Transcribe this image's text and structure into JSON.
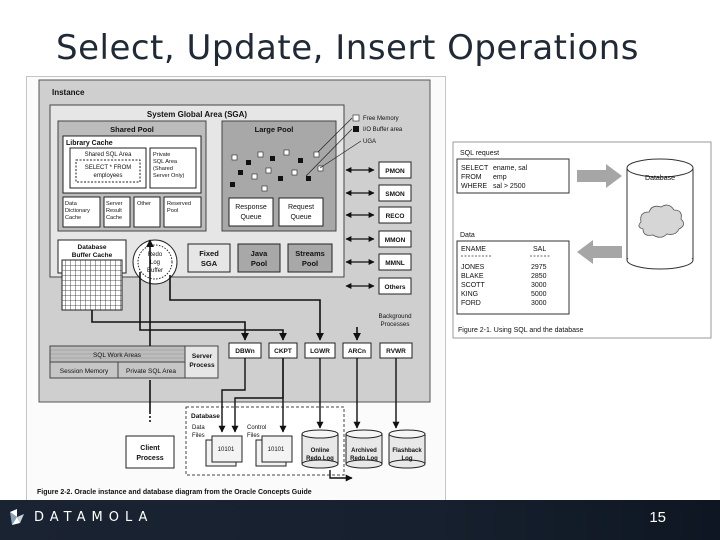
{
  "slide": {
    "title": "Select, Update, Insert Operations",
    "page_number": "15",
    "brand": "DATAMOLA"
  },
  "instance_diagram": {
    "instance_label": "Instance",
    "sga_title": "System Global Area (SGA)",
    "shared_pool": "Shared Pool",
    "library_cache": "Library Cache",
    "shared_sql_area": "Shared SQL Area",
    "select_line1": "SELECT * FROM",
    "select_line2": "employees",
    "private_sql_line1": "Private",
    "private_sql_line2": "SQL Area",
    "private_sql_line3": "(Shared",
    "private_sql_line4": "Server Only)",
    "data_dict_line1": "Data",
    "data_dict_line2": "Dictionary",
    "data_dict_line3": "Cache",
    "server_result_line1": "Server",
    "server_result_line2": "Result",
    "server_result_line3": "Cache",
    "other_label": "Other",
    "reserved_line1": "Reserved",
    "reserved_line2": "Pool",
    "large_pool": "Large Pool",
    "response_line1": "Response",
    "response_line2": "Queue",
    "request_line1": "Request",
    "request_line2": "Queue",
    "free_memory": "Free Memory",
    "io_buffer": "I/O Buffer area",
    "uga": "UGA",
    "db_buffer_line1": "Database",
    "db_buffer_line2": "Buffer Cache",
    "redo_line1": "Redo",
    "redo_line2": "Log",
    "redo_line3": "Buffer",
    "fixed_line1": "Fixed",
    "fixed_line2": "SGA",
    "java_line1": "Java",
    "java_line2": "Pool",
    "streams_line1": "Streams",
    "streams_line2": "Pool",
    "bg_processes": [
      "PMON",
      "SMON",
      "RECO",
      "MMON",
      "MMNL",
      "Others"
    ],
    "bg_label_line1": "Background",
    "bg_label_line2": "Processes",
    "sql_work_areas": "SQL Work Areas",
    "session_memory": "Session Memory",
    "private_sql_area": "Private SQL Area",
    "server_process_line1": "Server",
    "server_process_line2": "Process",
    "writers": [
      "DBWn",
      "CKPT",
      "LGWR",
      "ARCn",
      "RVWR"
    ],
    "database_label": "Database",
    "data_files_line1": "Data",
    "data_files_line2": "Files",
    "control_files_line1": "Control",
    "control_files_line2": "Files",
    "file_bits": "10101",
    "online_redo_line1": "Online",
    "online_redo_line2": "Redo Log",
    "archived_line1": "Archived",
    "archived_line2": "Redo Log",
    "flashback_line1": "Flashback",
    "flashback_line2": "Log",
    "client_line1": "Client",
    "client_line2": "Process",
    "caption": "Figure 2-2. Oracle instance and database diagram from the Oracle Concepts Guide"
  },
  "sql_diagram": {
    "sql_request_label": "SQL request",
    "query_keywords": [
      "SELECT",
      "FROM",
      "WHERE"
    ],
    "query_args": [
      "ename, sal",
      "emp",
      "sal > 2500"
    ],
    "database_label": "Database",
    "data_label": "Data",
    "col_ename": "ENAME",
    "col_sal": "SAL",
    "rows": [
      [
        "JONES",
        "2975"
      ],
      [
        "BLAKE",
        "2850"
      ],
      [
        "SCOTT",
        "3000"
      ],
      [
        "KING",
        "5000"
      ],
      [
        "FORD",
        "3000"
      ]
    ],
    "caption": "Figure 2-1. Using SQL and the database"
  },
  "colors": {
    "footer": "#1a2332",
    "box_gray": "#d9d9d9",
    "dark_gray": "#8c8c8c",
    "arrow_gray": "#a6a6a6"
  }
}
